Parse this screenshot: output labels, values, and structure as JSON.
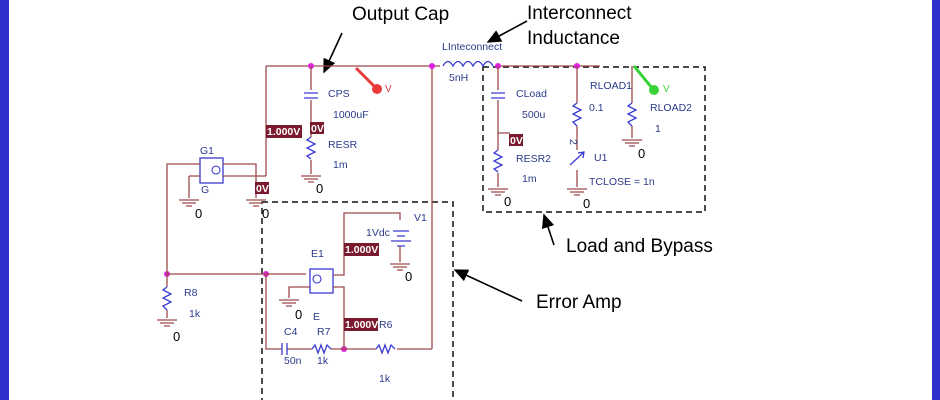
{
  "colors": {
    "frame": "#2f2fcc",
    "wire": "#9b4a4a",
    "component": "#3a3ad0",
    "node": "#e020e0",
    "voltage_tag_bg": "#7a1a2e",
    "probe_red": "#e83a3a",
    "probe_green": "#3ad43a"
  },
  "annotations": {
    "output_cap": "Output Cap",
    "interconnect_line1": "Interconnect",
    "interconnect_line2": "Inductance",
    "load_bypass": "Load and Bypass",
    "error_amp": "Error Amp"
  },
  "components": {
    "g1": {
      "name": "G1",
      "pin": "G"
    },
    "cps": {
      "name": "CPS",
      "value": "1000uF"
    },
    "resr": {
      "name": "RESR",
      "value": "1m"
    },
    "linterconnect": {
      "name": "LInteconnect",
      "value": "5nH"
    },
    "cload": {
      "name": "CLoad",
      "value": "500u"
    },
    "resr2": {
      "name": "RESR2",
      "value": "1m"
    },
    "rload1": {
      "name": "RLOAD1",
      "value": "0.1"
    },
    "rload2": {
      "name": "RLOAD2",
      "value": "1"
    },
    "u1": {
      "name": "U1",
      "pin": "2",
      "param": "TCLOSE = 1n"
    },
    "v1": {
      "name": "V1",
      "value": "1Vdc",
      "plus": "+",
      "minus": "-"
    },
    "e1": {
      "name": "E1",
      "pin": "E"
    },
    "r8": {
      "name": "R8",
      "value": "1k"
    },
    "c4": {
      "name": "C4",
      "value": "50n"
    },
    "r7": {
      "name": "R7",
      "value": "1k"
    },
    "r6": {
      "name": "R6",
      "value": "1k"
    }
  },
  "voltage_tags": {
    "main_rail": "1.000V",
    "g1_out": "0V",
    "cps_node": "0V",
    "cload_node": "0V",
    "v1_node": "1.000V",
    "e1_out": "1.000V"
  },
  "probes": {
    "red": "V",
    "green": "V"
  },
  "ground_label": "0"
}
